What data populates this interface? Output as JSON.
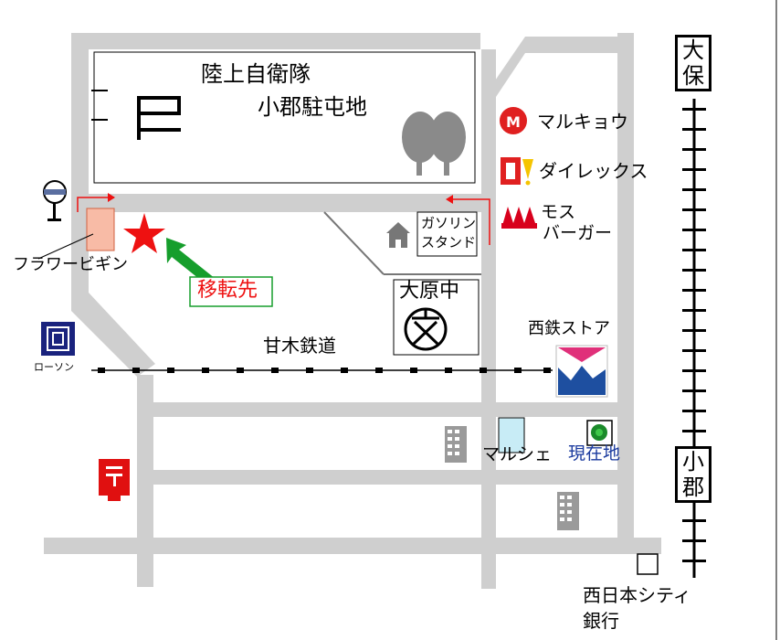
{
  "landmarks": {
    "sdf_line1": "陸上自衛隊",
    "sdf_line2": "小郡駐屯地",
    "school": "大原中",
    "gas_line1": "ガソリン",
    "gas_line2": "スタンド",
    "railway": "甘木鉄道",
    "lawson": "ローソン",
    "flower": "フラワービギン",
    "destination": "移転先",
    "nishitetsu": "西鉄ストア",
    "marche": "マルシェ",
    "current": "現在地",
    "bank_line1": "西日本シティ",
    "bank_line2": "銀行"
  },
  "shops": {
    "marukyo": "マルキョウ",
    "direx": "ダイレックス",
    "mos_line1": "モス",
    "mos_line2": "バーガー"
  },
  "stations": {
    "north_1": "大",
    "north_2": "保",
    "south_1": "小",
    "south_2": "郡"
  },
  "colors": {
    "road": "#cfcfcf",
    "destination_star": "#ee1111",
    "arrow": "#169e2c",
    "accent_red": "#d8001c",
    "current_text": "#1a3a9e",
    "flower_box": "#f8bba6"
  }
}
